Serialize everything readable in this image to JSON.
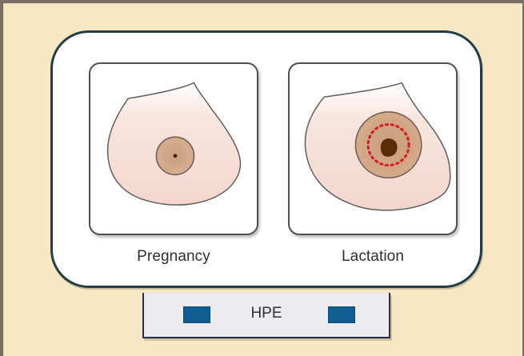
{
  "diagram": {
    "panels": [
      {
        "caption": "Pregnancy"
      },
      {
        "caption": "Lactation"
      }
    ],
    "bottom_bar": {
      "label": "HPE"
    }
  }
}
